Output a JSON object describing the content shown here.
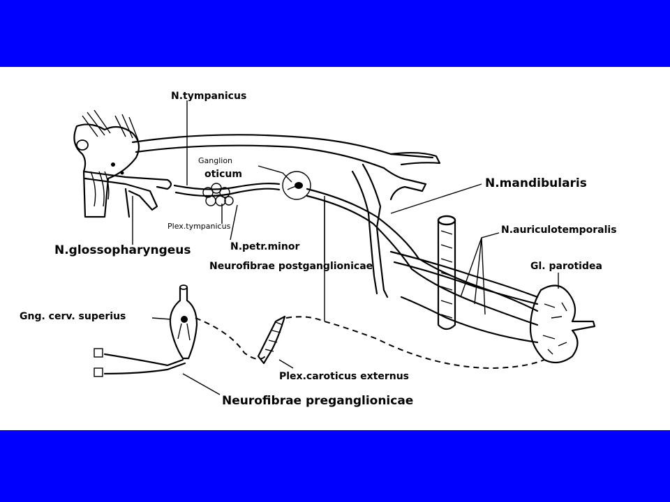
{
  "colors": {
    "band": "#0000ff",
    "panel": "#ffffff",
    "ink": "#000000"
  },
  "labels": {
    "n_tympanicus": "N.tympanicus",
    "ganglion": "Ganglion",
    "oticum": "oticum",
    "n_mandibularis": "N.mandibularis",
    "n_auriculotemporalis": "N.auriculotemporalis",
    "gl_parotidea": "Gl. parotidea",
    "plex_tympanicus": "Plex.tympanicus",
    "n_glossopharyngeus": "N.glossopharyngeus",
    "n_petr_minor": "N.petr.minor",
    "neurofibrae_postganglionicae": "Neurofibrae postganglionicae",
    "gng_cerv_superius": "Gng. cerv. superius",
    "plex_caroticus_externus": "Plex.caroticus externus",
    "neurofibrae_preganglionicae": "Neurofibrae preganglionicae"
  }
}
